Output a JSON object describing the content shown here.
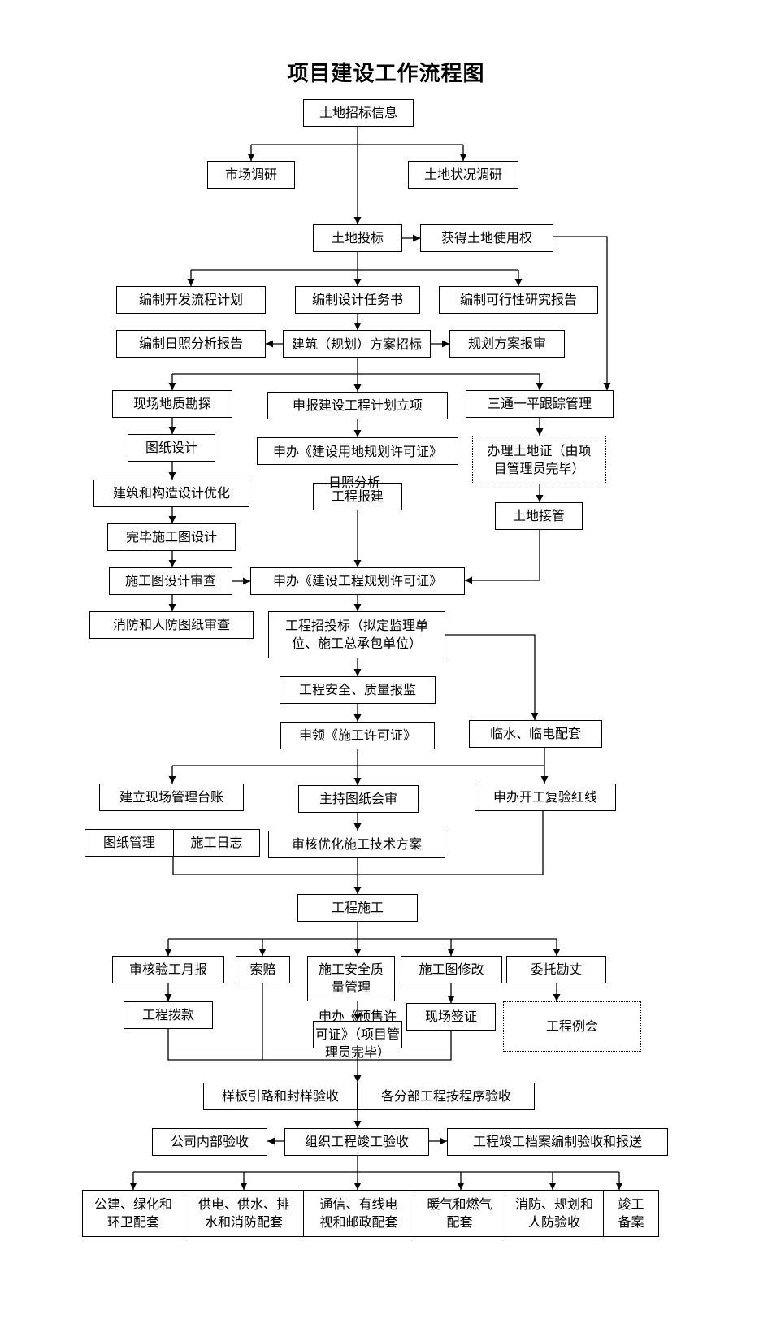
{
  "title": "项目建设工作流程图",
  "nodes": [
    {
      "id": "n1",
      "text": "土地招标信息"
    },
    {
      "id": "n2",
      "text": "市场调研"
    },
    {
      "id": "n3",
      "text": "土地状况调研"
    },
    {
      "id": "n4",
      "text": "土地投标"
    },
    {
      "id": "n5",
      "text": "获得土地使用权"
    },
    {
      "id": "n6",
      "text": "编制开发流程计划"
    },
    {
      "id": "n7",
      "text": "编制设计任务书"
    },
    {
      "id": "n8",
      "text": "编制可行性研究报告"
    },
    {
      "id": "n9",
      "text": "编制日照分析报告"
    },
    {
      "id": "n10",
      "text": "建筑（规划）方案招标"
    },
    {
      "id": "n11",
      "text": "规划方案报审"
    },
    {
      "id": "n12",
      "text": "现场地质勘探"
    },
    {
      "id": "n13",
      "text": "申报建设工程计划立项"
    },
    {
      "id": "n14",
      "text": "三通一平跟踪管理"
    },
    {
      "id": "n15",
      "text": "图纸设计"
    },
    {
      "id": "n16",
      "text": "申办《建设用地规划许可证》"
    },
    {
      "id": "n17",
      "text": "办理土地证（由项目管理员完毕）"
    },
    {
      "id": "n18",
      "text": "建筑和构造设计优化"
    },
    {
      "id": "n19",
      "text": "工程报建"
    },
    {
      "id": "n20",
      "text": "土地接管"
    },
    {
      "id": "n21",
      "text": "完毕施工图设计"
    },
    {
      "id": "n22",
      "text": "施工图设计审查"
    },
    {
      "id": "n23",
      "text": "申办《建设工程规划许可证》"
    },
    {
      "id": "n24",
      "text": "消防和人防图纸审查"
    },
    {
      "id": "n25",
      "text": "工程招投标（拟定监理单位、施工总承包单位）"
    },
    {
      "id": "n26",
      "text": "工程安全、质量报监"
    },
    {
      "id": "n27",
      "text": "申领《施工许可证》"
    },
    {
      "id": "n28",
      "text": "临水、临电配套"
    },
    {
      "id": "n29",
      "text": "建立现场管理台账"
    },
    {
      "id": "n30",
      "text": "主持图纸会审"
    },
    {
      "id": "n31",
      "text": "申办开工复验红线"
    },
    {
      "id": "n32",
      "text": "图纸管理"
    },
    {
      "id": "n33",
      "text": "施工日志"
    },
    {
      "id": "n34",
      "text": "审核优化施工技术方案"
    },
    {
      "id": "n35",
      "text": "工程施工"
    },
    {
      "id": "n36",
      "text": "审核验工月报"
    },
    {
      "id": "n37",
      "text": "索赔"
    },
    {
      "id": "n38",
      "text": "施工安全质量管理"
    },
    {
      "id": "n39",
      "text": "施工图修改"
    },
    {
      "id": "n40",
      "text": "委托勘丈"
    },
    {
      "id": "n41",
      "text": "工程拨款"
    },
    {
      "id": "n42",
      "text": "现场签证"
    },
    {
      "id": "n43",
      "text": "工程例会"
    },
    {
      "id": "n44",
      "text": "申办《预售许可证》（项目管理员完毕）"
    },
    {
      "id": "n45",
      "text": "样板引路和封样验收"
    },
    {
      "id": "n46",
      "text": "各分部工程按程序验收"
    },
    {
      "id": "n47",
      "text": "公司内部验收"
    },
    {
      "id": "n48",
      "text": "组织工程竣工验收"
    },
    {
      "id": "n49",
      "text": "工程竣工档案编制验收和报送"
    },
    {
      "id": "n50",
      "text": "公建、绿化和环卫配套"
    },
    {
      "id": "n51",
      "text": "供电、供水、排水和消防配套"
    },
    {
      "id": "n52",
      "text": "通信、有线电视和邮政配套"
    },
    {
      "id": "n53",
      "text": "暖气和燃气配套"
    },
    {
      "id": "n54",
      "text": "消防、规划和人防验收"
    },
    {
      "id": "n55",
      "text": "竣工备案"
    }
  ],
  "overlay_text": "日照分析"
}
